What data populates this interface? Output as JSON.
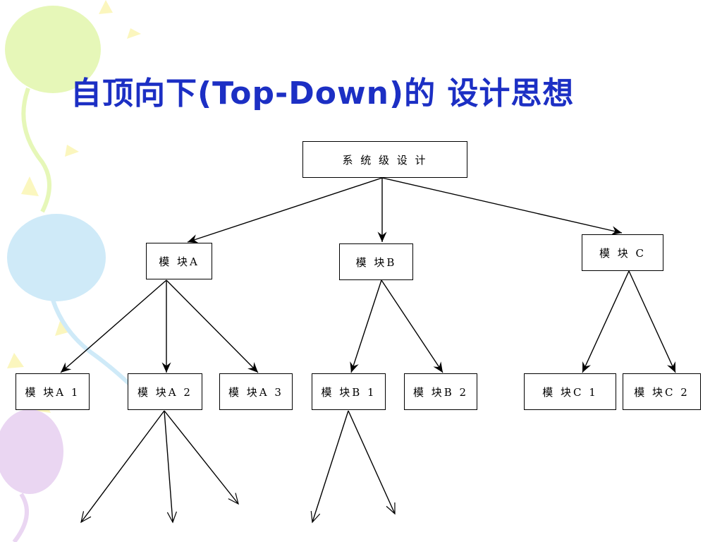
{
  "title": {
    "prefix": "自顶向下",
    "english": "(Top-Down)",
    "suffix": "的 设计思想"
  },
  "nodes": {
    "root": "系 统 级 设 计",
    "a": "模 块A",
    "b": "模 块B",
    "c": "模 块 C",
    "a1": "模 块A 1",
    "a2": "模 块A 2",
    "a3": "模 块A 3",
    "b1": "模 块B 1",
    "b2": "模 块B 2",
    "c1": "模 块C 1",
    "c2": "模 块C 2"
  },
  "colors": {
    "title": "#1c2fc4",
    "lines": "#000000",
    "balloon_green": "#e6f7b8",
    "balloon_blue": "#cfeaf8",
    "balloon_purple": "#ead6f2",
    "balloon_yellow": "#fbf6b8"
  }
}
